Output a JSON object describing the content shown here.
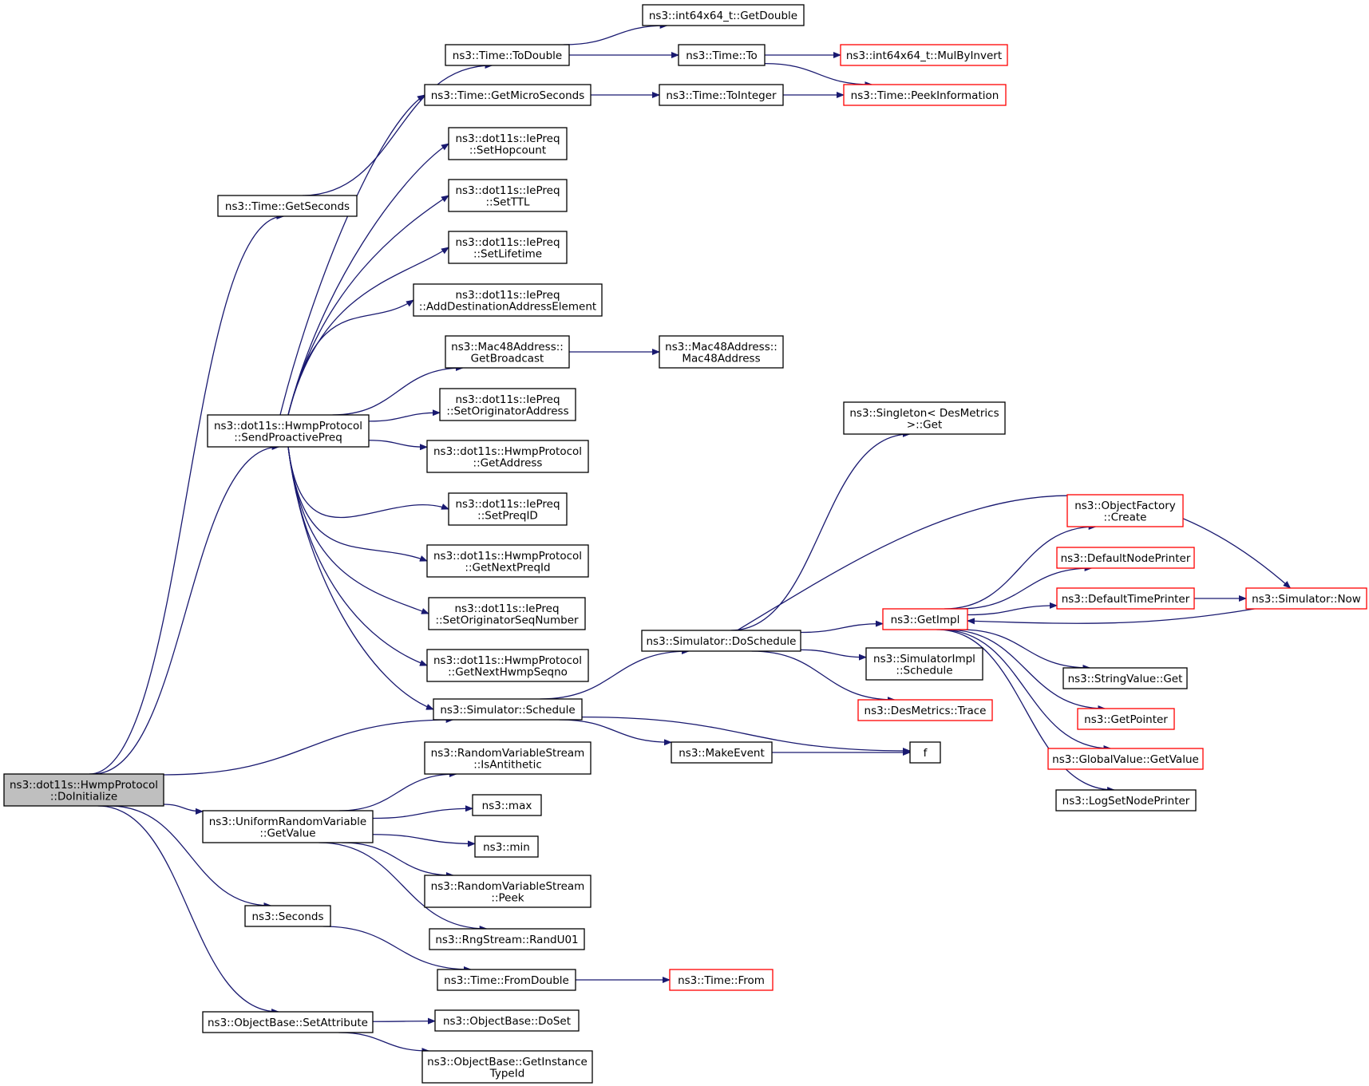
{
  "colors": {
    "edge": "#191970",
    "node_border": "#000000",
    "node_border_truncated": "#ff0000",
    "root_fill": "#bfbfbf",
    "node_fill": "#ffffff"
  },
  "nodes": [
    {
      "id": "root",
      "lines": [
        "ns3::dot11s::HwmpProtocol",
        "::DoInitialize"
      ],
      "style": "root"
    },
    {
      "id": "getSeconds",
      "lines": [
        "ns3::Time::GetSeconds"
      ],
      "style": "normal"
    },
    {
      "id": "sendProactive",
      "lines": [
        "ns3::dot11s::HwmpProtocol",
        "::SendProactivePreq"
      ],
      "style": "normal"
    },
    {
      "id": "simSchedule",
      "lines": [
        "ns3::Simulator::Schedule"
      ],
      "style": "normal"
    },
    {
      "id": "uniformGetValue",
      "lines": [
        "ns3::UniformRandomVariable",
        "::GetValue"
      ],
      "style": "normal"
    },
    {
      "id": "seconds",
      "lines": [
        "ns3::Seconds"
      ],
      "style": "normal"
    },
    {
      "id": "setAttribute",
      "lines": [
        "ns3::ObjectBase::SetAttribute"
      ],
      "style": "normal"
    },
    {
      "id": "getDouble",
      "lines": [
        "ns3::int64x64_t::GetDouble"
      ],
      "style": "normal"
    },
    {
      "id": "toDouble",
      "lines": [
        "ns3::Time::ToDouble"
      ],
      "style": "normal"
    },
    {
      "id": "timeTo",
      "lines": [
        "ns3::Time::To"
      ],
      "style": "normal"
    },
    {
      "id": "mulByInvert",
      "lines": [
        "ns3::int64x64_t::MulByInvert"
      ],
      "style": "truncated"
    },
    {
      "id": "getMicro",
      "lines": [
        "ns3::Time::GetMicroSeconds"
      ],
      "style": "normal"
    },
    {
      "id": "toInteger",
      "lines": [
        "ns3::Time::ToInteger"
      ],
      "style": "normal"
    },
    {
      "id": "peekInfo",
      "lines": [
        "ns3::Time::PeekInformation"
      ],
      "style": "truncated"
    },
    {
      "id": "setHop",
      "lines": [
        "ns3::dot11s::IePreq",
        "::SetHopcount"
      ],
      "style": "normal"
    },
    {
      "id": "setTTL",
      "lines": [
        "ns3::dot11s::IePreq",
        "::SetTTL"
      ],
      "style": "normal"
    },
    {
      "id": "setLifetime",
      "lines": [
        "ns3::dot11s::IePreq",
        "::SetLifetime"
      ],
      "style": "normal"
    },
    {
      "id": "addDest",
      "lines": [
        "ns3::dot11s::IePreq",
        "::AddDestinationAddressElement"
      ],
      "style": "normal"
    },
    {
      "id": "getBroadcast",
      "lines": [
        "ns3::Mac48Address::",
        "GetBroadcast"
      ],
      "style": "normal"
    },
    {
      "id": "mac48",
      "lines": [
        "ns3::Mac48Address::",
        "Mac48Address"
      ],
      "style": "normal"
    },
    {
      "id": "setOrigAddr",
      "lines": [
        "ns3::dot11s::IePreq",
        "::SetOriginatorAddress"
      ],
      "style": "normal"
    },
    {
      "id": "getAddress",
      "lines": [
        "ns3::dot11s::HwmpProtocol",
        "::GetAddress"
      ],
      "style": "normal"
    },
    {
      "id": "setPreqID",
      "lines": [
        "ns3::dot11s::IePreq",
        "::SetPreqID"
      ],
      "style": "normal"
    },
    {
      "id": "getNextPreq",
      "lines": [
        "ns3::dot11s::HwmpProtocol",
        "::GetNextPreqId"
      ],
      "style": "normal"
    },
    {
      "id": "setOrigSeq",
      "lines": [
        "ns3::dot11s::IePreq",
        "::SetOriginatorSeqNumber"
      ],
      "style": "normal"
    },
    {
      "id": "getNextHwmp",
      "lines": [
        "ns3::dot11s::HwmpProtocol",
        "::GetNextHwmpSeqno"
      ],
      "style": "normal"
    },
    {
      "id": "doSchedule",
      "lines": [
        "ns3::Simulator::DoSchedule"
      ],
      "style": "normal"
    },
    {
      "id": "singletonGet",
      "lines": [
        "ns3::Singleton< DesMetrics",
        ">::Get"
      ],
      "style": "normal"
    },
    {
      "id": "objFactory",
      "lines": [
        "ns3::ObjectFactory",
        "::Create"
      ],
      "style": "truncated"
    },
    {
      "id": "defNodePrinter",
      "lines": [
        "ns3::DefaultNodePrinter"
      ],
      "style": "truncated"
    },
    {
      "id": "getImpl",
      "lines": [
        "ns3::GetImpl"
      ],
      "style": "truncated"
    },
    {
      "id": "defTimePrinter",
      "lines": [
        "ns3::DefaultTimePrinter"
      ],
      "style": "truncated"
    },
    {
      "id": "simNow",
      "lines": [
        "ns3::Simulator::Now"
      ],
      "style": "truncated"
    },
    {
      "id": "simImplSchedule",
      "lines": [
        "ns3::SimulatorImpl",
        "::Schedule"
      ],
      "style": "normal"
    },
    {
      "id": "stringValueGet",
      "lines": [
        "ns3::StringValue::Get"
      ],
      "style": "normal"
    },
    {
      "id": "desTrace",
      "lines": [
        "ns3::DesMetrics::Trace"
      ],
      "style": "truncated"
    },
    {
      "id": "getPointer",
      "lines": [
        "ns3::GetPointer"
      ],
      "style": "truncated"
    },
    {
      "id": "globalGetValue",
      "lines": [
        "ns3::GlobalValue::GetValue"
      ],
      "style": "truncated"
    },
    {
      "id": "logSetNode",
      "lines": [
        "ns3::LogSetNodePrinter"
      ],
      "style": "normal"
    },
    {
      "id": "makeEvent",
      "lines": [
        "ns3::MakeEvent"
      ],
      "style": "normal"
    },
    {
      "id": "f",
      "lines": [
        "f"
      ],
      "style": "normal"
    },
    {
      "id": "isAntithetic",
      "lines": [
        "ns3::RandomVariableStream",
        "::IsAntithetic"
      ],
      "style": "normal"
    },
    {
      "id": "max",
      "lines": [
        "ns3::max"
      ],
      "style": "normal"
    },
    {
      "id": "min",
      "lines": [
        "ns3::min"
      ],
      "style": "normal"
    },
    {
      "id": "rvsPeek",
      "lines": [
        "ns3::RandomVariableStream",
        "::Peek"
      ],
      "style": "normal"
    },
    {
      "id": "randU01",
      "lines": [
        "ns3::RngStream::RandU01"
      ],
      "style": "normal"
    },
    {
      "id": "fromDouble",
      "lines": [
        "ns3::Time::FromDouble"
      ],
      "style": "normal"
    },
    {
      "id": "timeFrom",
      "lines": [
        "ns3::Time::From"
      ],
      "style": "truncated"
    },
    {
      "id": "doSet",
      "lines": [
        "ns3::ObjectBase::DoSet"
      ],
      "style": "normal"
    },
    {
      "id": "getInstanceTypeId",
      "lines": [
        "ns3::ObjectBase::GetInstance",
        "TypeId"
      ],
      "style": "normal"
    }
  ],
  "edges": [
    [
      "root",
      "getSeconds"
    ],
    [
      "root",
      "sendProactive"
    ],
    [
      "root",
      "simSchedule"
    ],
    [
      "root",
      "uniformGetValue"
    ],
    [
      "root",
      "seconds"
    ],
    [
      "root",
      "setAttribute"
    ],
    [
      "getSeconds",
      "toDouble"
    ],
    [
      "toDouble",
      "getDouble"
    ],
    [
      "toDouble",
      "timeTo"
    ],
    [
      "timeTo",
      "mulByInvert"
    ],
    [
      "timeTo",
      "peekInfo"
    ],
    [
      "sendProactive",
      "getMicro"
    ],
    [
      "getMicro",
      "toInteger"
    ],
    [
      "toInteger",
      "peekInfo"
    ],
    [
      "sendProactive",
      "setHop"
    ],
    [
      "sendProactive",
      "setTTL"
    ],
    [
      "sendProactive",
      "setLifetime"
    ],
    [
      "sendProactive",
      "addDest"
    ],
    [
      "sendProactive",
      "getBroadcast"
    ],
    [
      "getBroadcast",
      "mac48"
    ],
    [
      "sendProactive",
      "setOrigAddr"
    ],
    [
      "sendProactive",
      "getAddress"
    ],
    [
      "sendProactive",
      "setPreqID"
    ],
    [
      "sendProactive",
      "getNextPreq"
    ],
    [
      "sendProactive",
      "setOrigSeq"
    ],
    [
      "sendProactive",
      "getNextHwmp"
    ],
    [
      "sendProactive",
      "simSchedule"
    ],
    [
      "simSchedule",
      "doSchedule"
    ],
    [
      "simSchedule",
      "makeEvent"
    ],
    [
      "simSchedule",
      "f"
    ],
    [
      "makeEvent",
      "f"
    ],
    [
      "doSchedule",
      "singletonGet"
    ],
    [
      "doSchedule",
      "simNow"
    ],
    [
      "doSchedule",
      "getImpl"
    ],
    [
      "doSchedule",
      "simImplSchedule"
    ],
    [
      "doSchedule",
      "desTrace"
    ],
    [
      "getImpl",
      "objFactory"
    ],
    [
      "getImpl",
      "defNodePrinter"
    ],
    [
      "getImpl",
      "defTimePrinter"
    ],
    [
      "getImpl",
      "stringValueGet"
    ],
    [
      "getImpl",
      "getPointer"
    ],
    [
      "getImpl",
      "globalGetValue"
    ],
    [
      "getImpl",
      "logSetNode"
    ],
    [
      "defTimePrinter",
      "simNow"
    ],
    [
      "simNow",
      "getImpl"
    ],
    [
      "uniformGetValue",
      "isAntithetic"
    ],
    [
      "uniformGetValue",
      "max"
    ],
    [
      "uniformGetValue",
      "min"
    ],
    [
      "uniformGetValue",
      "rvsPeek"
    ],
    [
      "uniformGetValue",
      "randU01"
    ],
    [
      "seconds",
      "fromDouble"
    ],
    [
      "fromDouble",
      "timeFrom"
    ],
    [
      "setAttribute",
      "doSet"
    ],
    [
      "setAttribute",
      "getInstanceTypeId"
    ]
  ]
}
